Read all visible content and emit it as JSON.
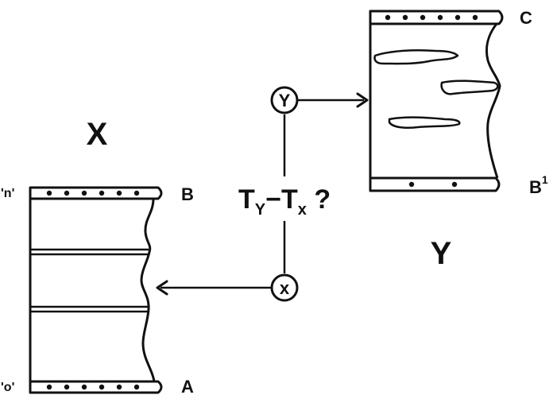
{
  "labels": {
    "x_title": "X",
    "y_title": "Y",
    "point_c": "C",
    "point_b": "B",
    "point_b_prime": "B",
    "point_b_prime_mark": "1",
    "point_a": "A",
    "marker_n": "'n'",
    "marker_o": "'o'",
    "node_y": "Y",
    "node_x": "x",
    "question_t": "T",
    "question_sub_y": "Y",
    "question_dash": "−",
    "question_t2": "T",
    "question_sub_x": "x",
    "question_mark": " ?"
  },
  "colors": {
    "ink": "#111111",
    "paper": "#ffffff"
  },
  "icons": {
    "arrow_to_y": "arrow-right-icon",
    "arrow_to_x": "arrow-left-icon"
  }
}
